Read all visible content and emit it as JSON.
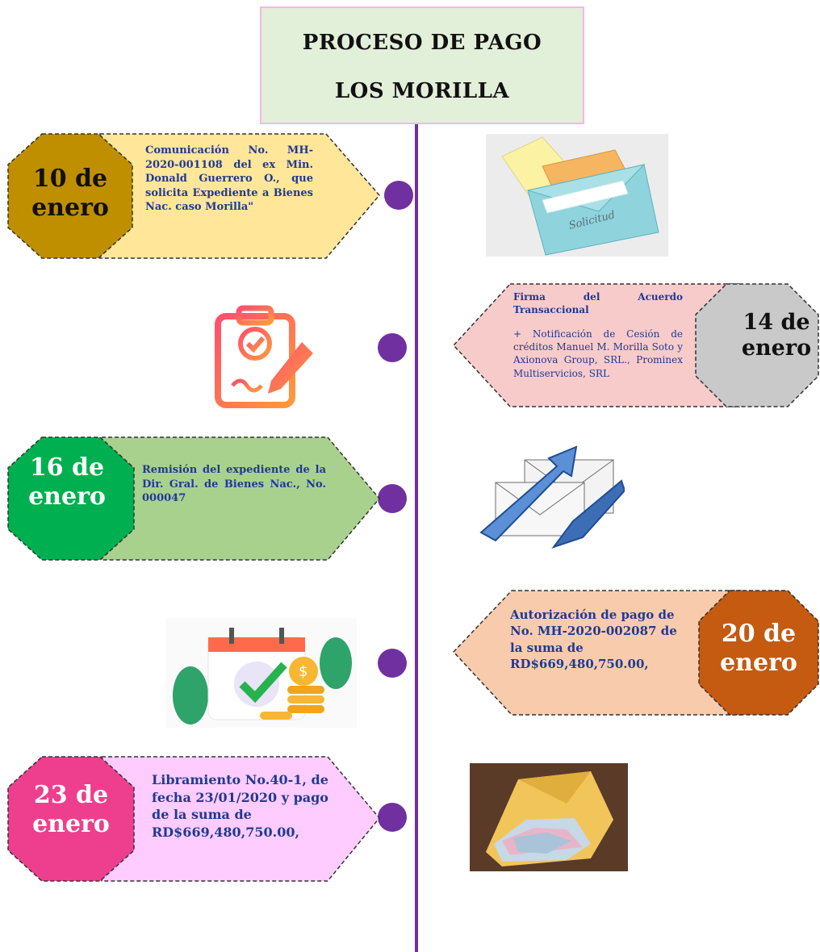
{
  "title": {
    "line1": "PROCESO DE PAGO",
    "line2": "LOS MORILLA"
  },
  "events": [
    {
      "date_line1": "10 de",
      "date_line2": "enero",
      "text": "Comunicación No. MH-2020-001108 del ex Min. Donald Guerrero O., que solicita Expediente a Bienes Nac. caso Morilla\"",
      "colors": {
        "octagon": "#bf8f00",
        "body": "#ffe699",
        "date_text": "#111111"
      },
      "image_label": "Solicitud"
    },
    {
      "date_line1": "14 de",
      "date_line2": "enero",
      "text_title": "Firma del Acuerdo Transaccional",
      "text_body": "+ Notificación de Cesión de créditos Manuel M. Morilla Soto y Axionova Group, SRL., Prominex Multiservicios, SRL",
      "colors": {
        "octagon": "#c9c9c9",
        "body": "#f8cbcb",
        "date_text": "#111111"
      }
    },
    {
      "date_line1": "16 de",
      "date_line2": "enero",
      "text": "Remisión del expediente de la Dir. Gral. de Bienes Nac., No. 000047",
      "colors": {
        "octagon": "#00b050",
        "body": "#a9d18e",
        "date_text": "#ffffff"
      }
    },
    {
      "date_line1": "20 de",
      "date_line2": "enero",
      "text": "Autorización de pago de No. MH-2020-002087 de la suma de RD$669,480,750.00,",
      "colors": {
        "octagon": "#c55a11",
        "body": "#f8cbad",
        "date_text": "#ffffff"
      }
    },
    {
      "date_line1": "23 de",
      "date_line2": "enero",
      "text": "Libramiento No.40-1, de fecha 23/01/2020 y pago de la suma de RD$669,480,750.00,",
      "colors": {
        "octagon": "#ee3f8e",
        "body": "#ffccff",
        "date_text": "#ffffff"
      }
    }
  ],
  "icons": [
    "envelopes-solicitud-icon",
    "clipboard-signature-icon",
    "forward-mail-icon",
    "calendar-check-coins-icon",
    "envelope-money-photo"
  ],
  "accent": "#7030a0"
}
